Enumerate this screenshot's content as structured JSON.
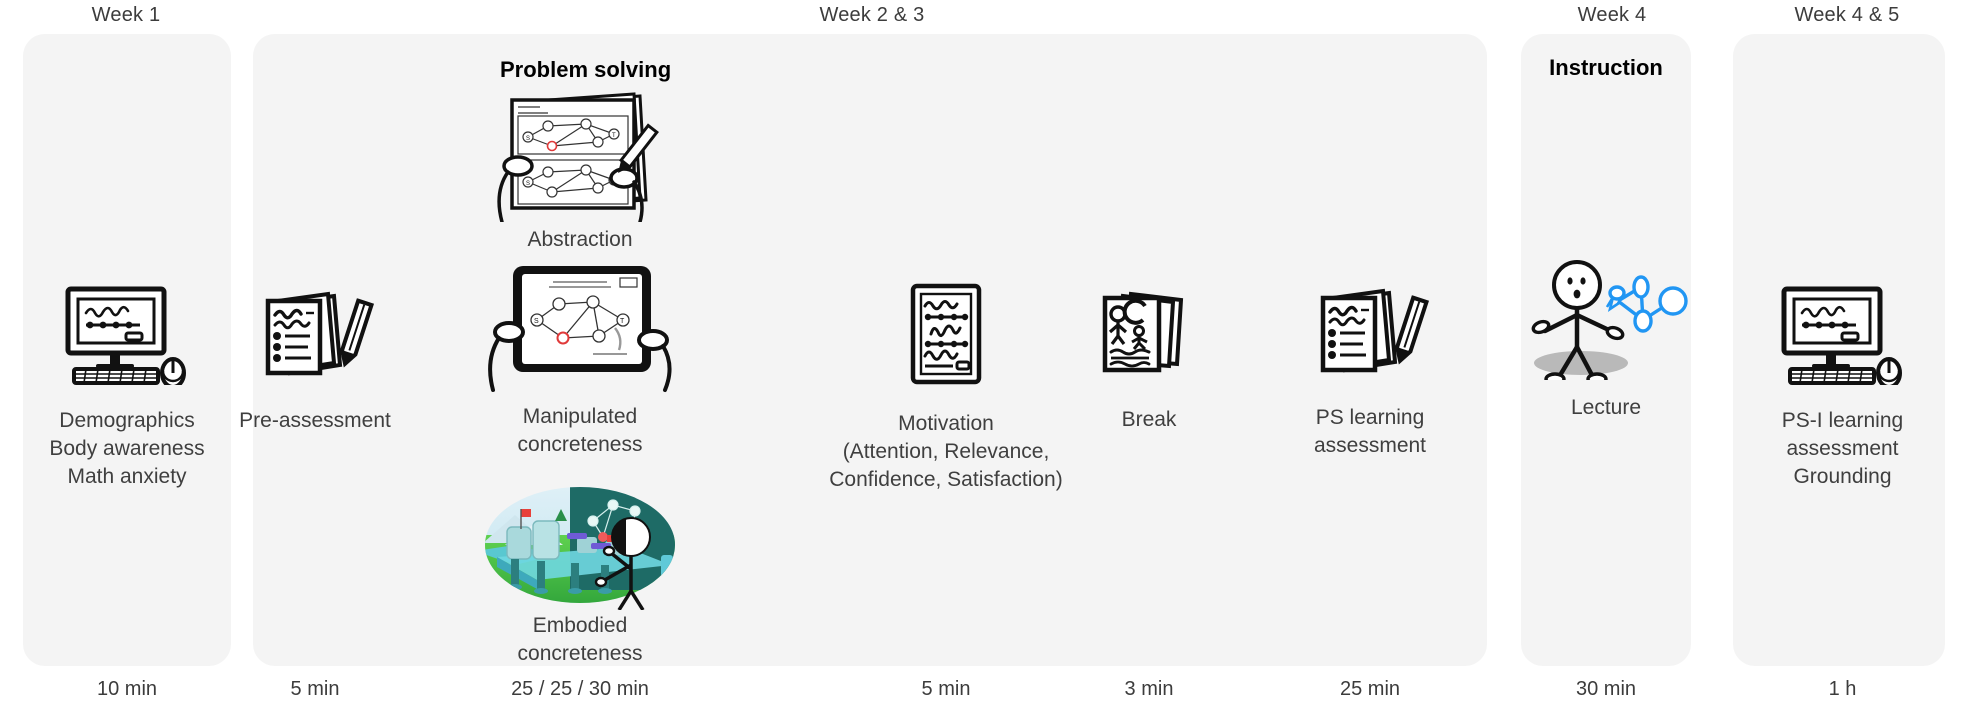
{
  "figure": {
    "type": "study-procedure-timeline",
    "background_color": "#ffffff",
    "panel_color": "#f4f4f4",
    "accent_blue": "#2196f3"
  },
  "week_headers": [
    {
      "label": "Week 1"
    },
    {
      "label": "Week 2 & 3"
    },
    {
      "label": "Week 4"
    },
    {
      "label": "Week 4 & 5"
    }
  ],
  "section_headings": [
    {
      "label": "Problem solving"
    },
    {
      "label": "Instruction"
    }
  ],
  "phases": [
    {
      "id": "demographics",
      "icon": "desktop-computer-icon",
      "label": "Demographics\nBody awareness\nMath anxiety",
      "duration": "10 min"
    },
    {
      "id": "pre-assessment",
      "icon": "papers-pencil-icon",
      "label": "Pre-assessment",
      "duration": "5 min"
    },
    {
      "id": "concreteness",
      "icon": "tablet-network-icon",
      "label_top": "Abstraction",
      "label": "Manipulated\nconcreteness",
      "label_bottom": "Embodied\nconcreteness",
      "duration": "25 / 25 / 30 min"
    },
    {
      "id": "motivation",
      "icon": "survey-form-icon",
      "label": "Motivation\n(Attention, Relevance,\nConfidence, Satisfaction)",
      "duration": "5 min"
    },
    {
      "id": "break",
      "icon": "magazine-stack-icon",
      "label": "Break",
      "duration": "3 min"
    },
    {
      "id": "ps-learning-assessment",
      "icon": "papers-pencil-icon",
      "label": "PS learning\nassessment",
      "duration": "25 min"
    },
    {
      "id": "lecture",
      "icon": "lecturer-stick-figure-icon",
      "label": "Lecture",
      "duration": "30 min"
    },
    {
      "id": "ps-i-learning-assessment",
      "icon": "desktop-computer-icon",
      "label": "PS-I learning\nassessment\nGrounding",
      "duration": "1 h"
    }
  ]
}
